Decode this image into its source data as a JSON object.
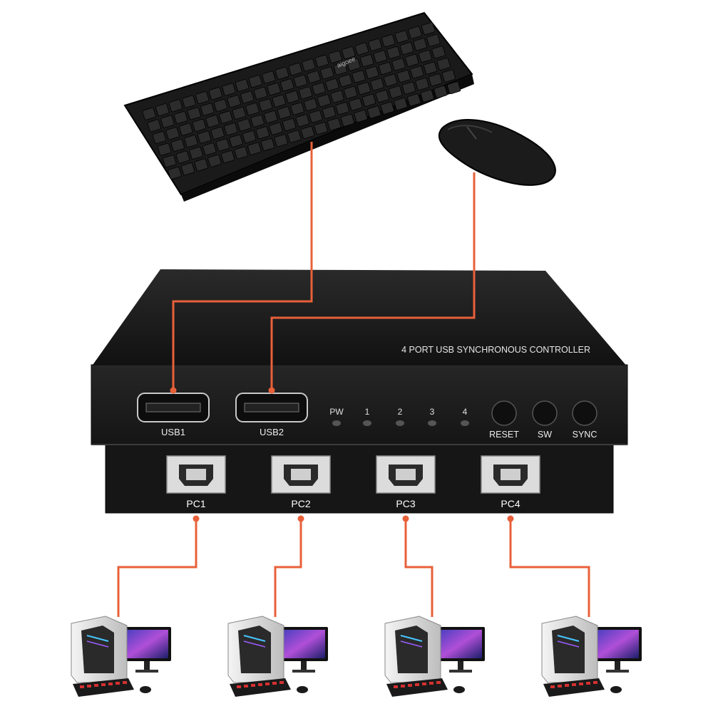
{
  "device": {
    "title": "4 PORT USB SYNCHRONOUS CONTROLLER",
    "usb_ports": [
      {
        "label": "USB1"
      },
      {
        "label": "USB2"
      }
    ],
    "indicators": [
      {
        "label": "PW"
      },
      {
        "label": "1"
      },
      {
        "label": "2"
      },
      {
        "label": "3"
      },
      {
        "label": "4"
      }
    ],
    "buttons": [
      {
        "label": "RESET"
      },
      {
        "label": "SW"
      },
      {
        "label": "SYNC"
      }
    ],
    "pc_ports": [
      {
        "label": "PC1"
      },
      {
        "label": "PC2"
      },
      {
        "label": "PC3"
      },
      {
        "label": "PC4"
      }
    ]
  },
  "peripherals": {
    "keyboard_brand": "aigoee"
  },
  "colors": {
    "cable": "#e8603a",
    "device_body": "#1c1c1c",
    "led_off": "#555555"
  }
}
